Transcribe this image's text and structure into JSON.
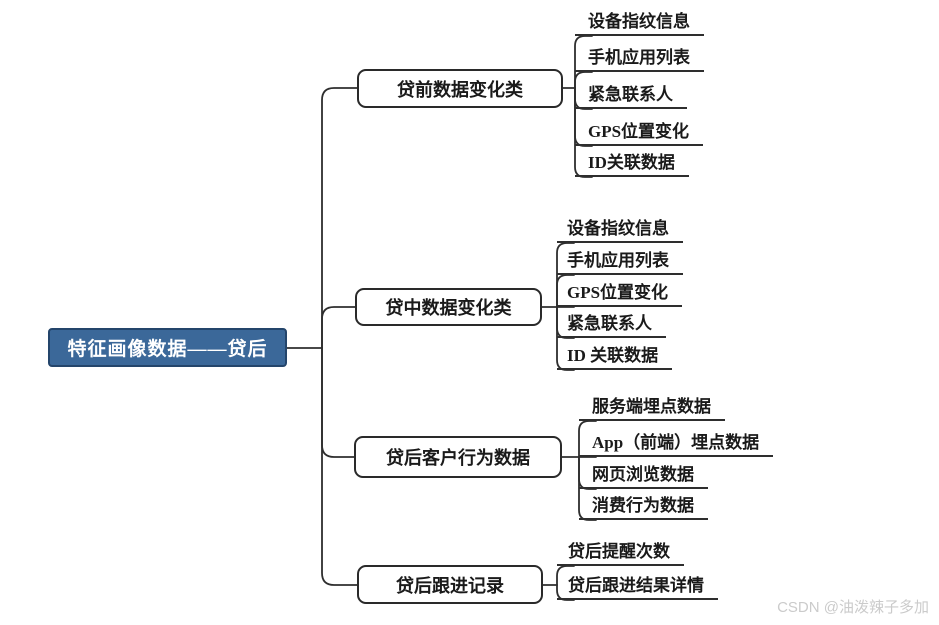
{
  "root": {
    "label": "特征画像数据——贷后"
  },
  "branches": [
    {
      "label": "贷前数据变化类",
      "children": [
        "设备指纹信息",
        "手机应用列表",
        "紧急联系人",
        "GPS位置变化",
        "ID关联数据"
      ]
    },
    {
      "label": "贷中数据变化类",
      "children": [
        "设备指纹信息",
        "手机应用列表",
        "GPS位置变化",
        "紧急联系人",
        "ID 关联数据"
      ]
    },
    {
      "label": "贷后客户行为数据",
      "children": [
        "服务端埋点数据",
        "App（前端）埋点数据",
        "网页浏览数据",
        "消费行为数据"
      ]
    },
    {
      "label": "贷后跟进记录",
      "children": [
        "贷后提醒次数",
        "贷后跟进结果详情"
      ]
    }
  ],
  "watermark": {
    "text": "CSDN @油泼辣子多加"
  },
  "colors": {
    "root_fill": "#3b6899",
    "root_border": "#24456b",
    "line": "#2e2e2e",
    "watermark_text": "#cbcbcb"
  }
}
